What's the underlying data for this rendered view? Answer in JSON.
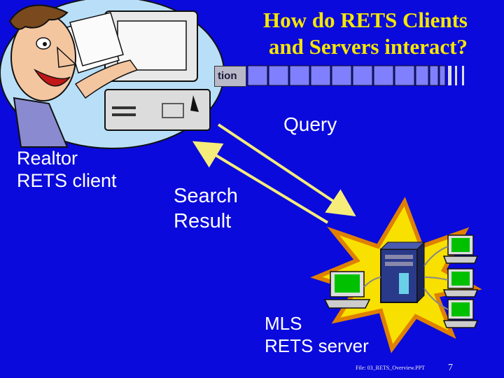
{
  "slide": {
    "title_line1": "How do RETS Clients",
    "title_line2": "and Servers interact?",
    "tab_label": "tion",
    "footer_file": "File: 03_RETS_Overview.PPT",
    "page_number": "7"
  },
  "diagram": {
    "client_label_line1": "Realtor",
    "client_label_line2": "RETS client",
    "query_label": "Query",
    "result_label_line1": "Search",
    "result_label_line2": "Result",
    "server_label_line1": "MLS",
    "server_label_line2": "RETS server"
  },
  "colors": {
    "background": "#0a0adc",
    "title": "#f5e700",
    "arrow": "#f5ec7a",
    "label": "#ffffff"
  }
}
